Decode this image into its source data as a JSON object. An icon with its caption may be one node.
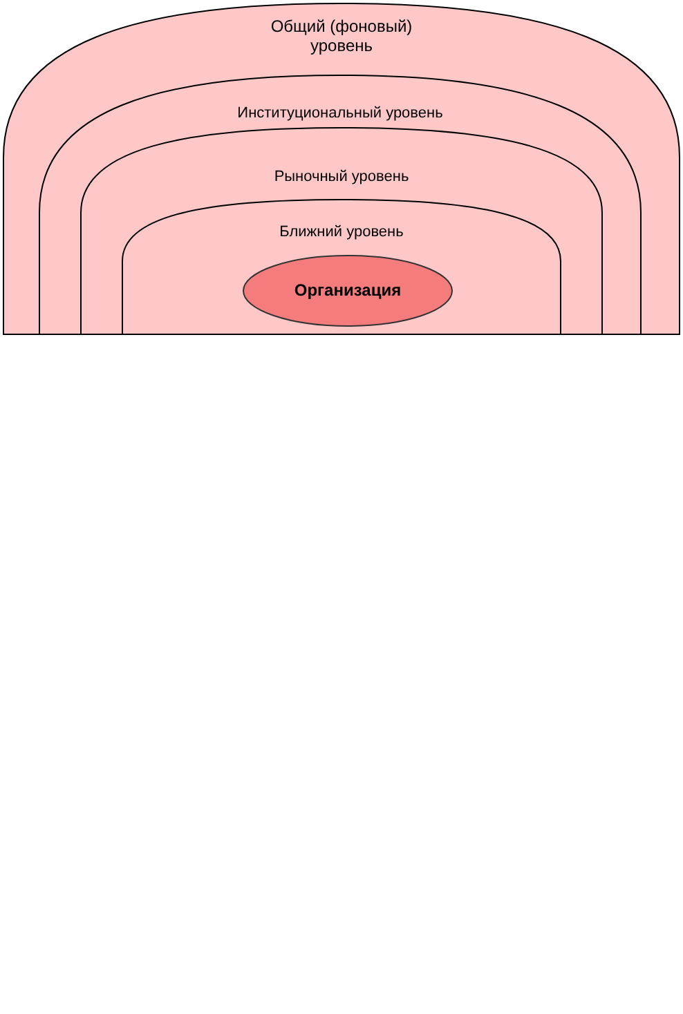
{
  "diagram": {
    "nodes": [
      {
        "text": [
          "Общий (фоновый) уровень"
        ]
      },
      {
        "text": [
          "Институциональный уровень"
        ],
        "in": 0
      },
      {
        "text": [
          "Рыночный уровень"
        ],
        "in": 1
      },
      {
        "text": [
          "Ближний уровень"
        ],
        "in": 2
      },
      {
        "text": [
          "Организация"
        ],
        "in": 3
      }
    ]
  }
}
